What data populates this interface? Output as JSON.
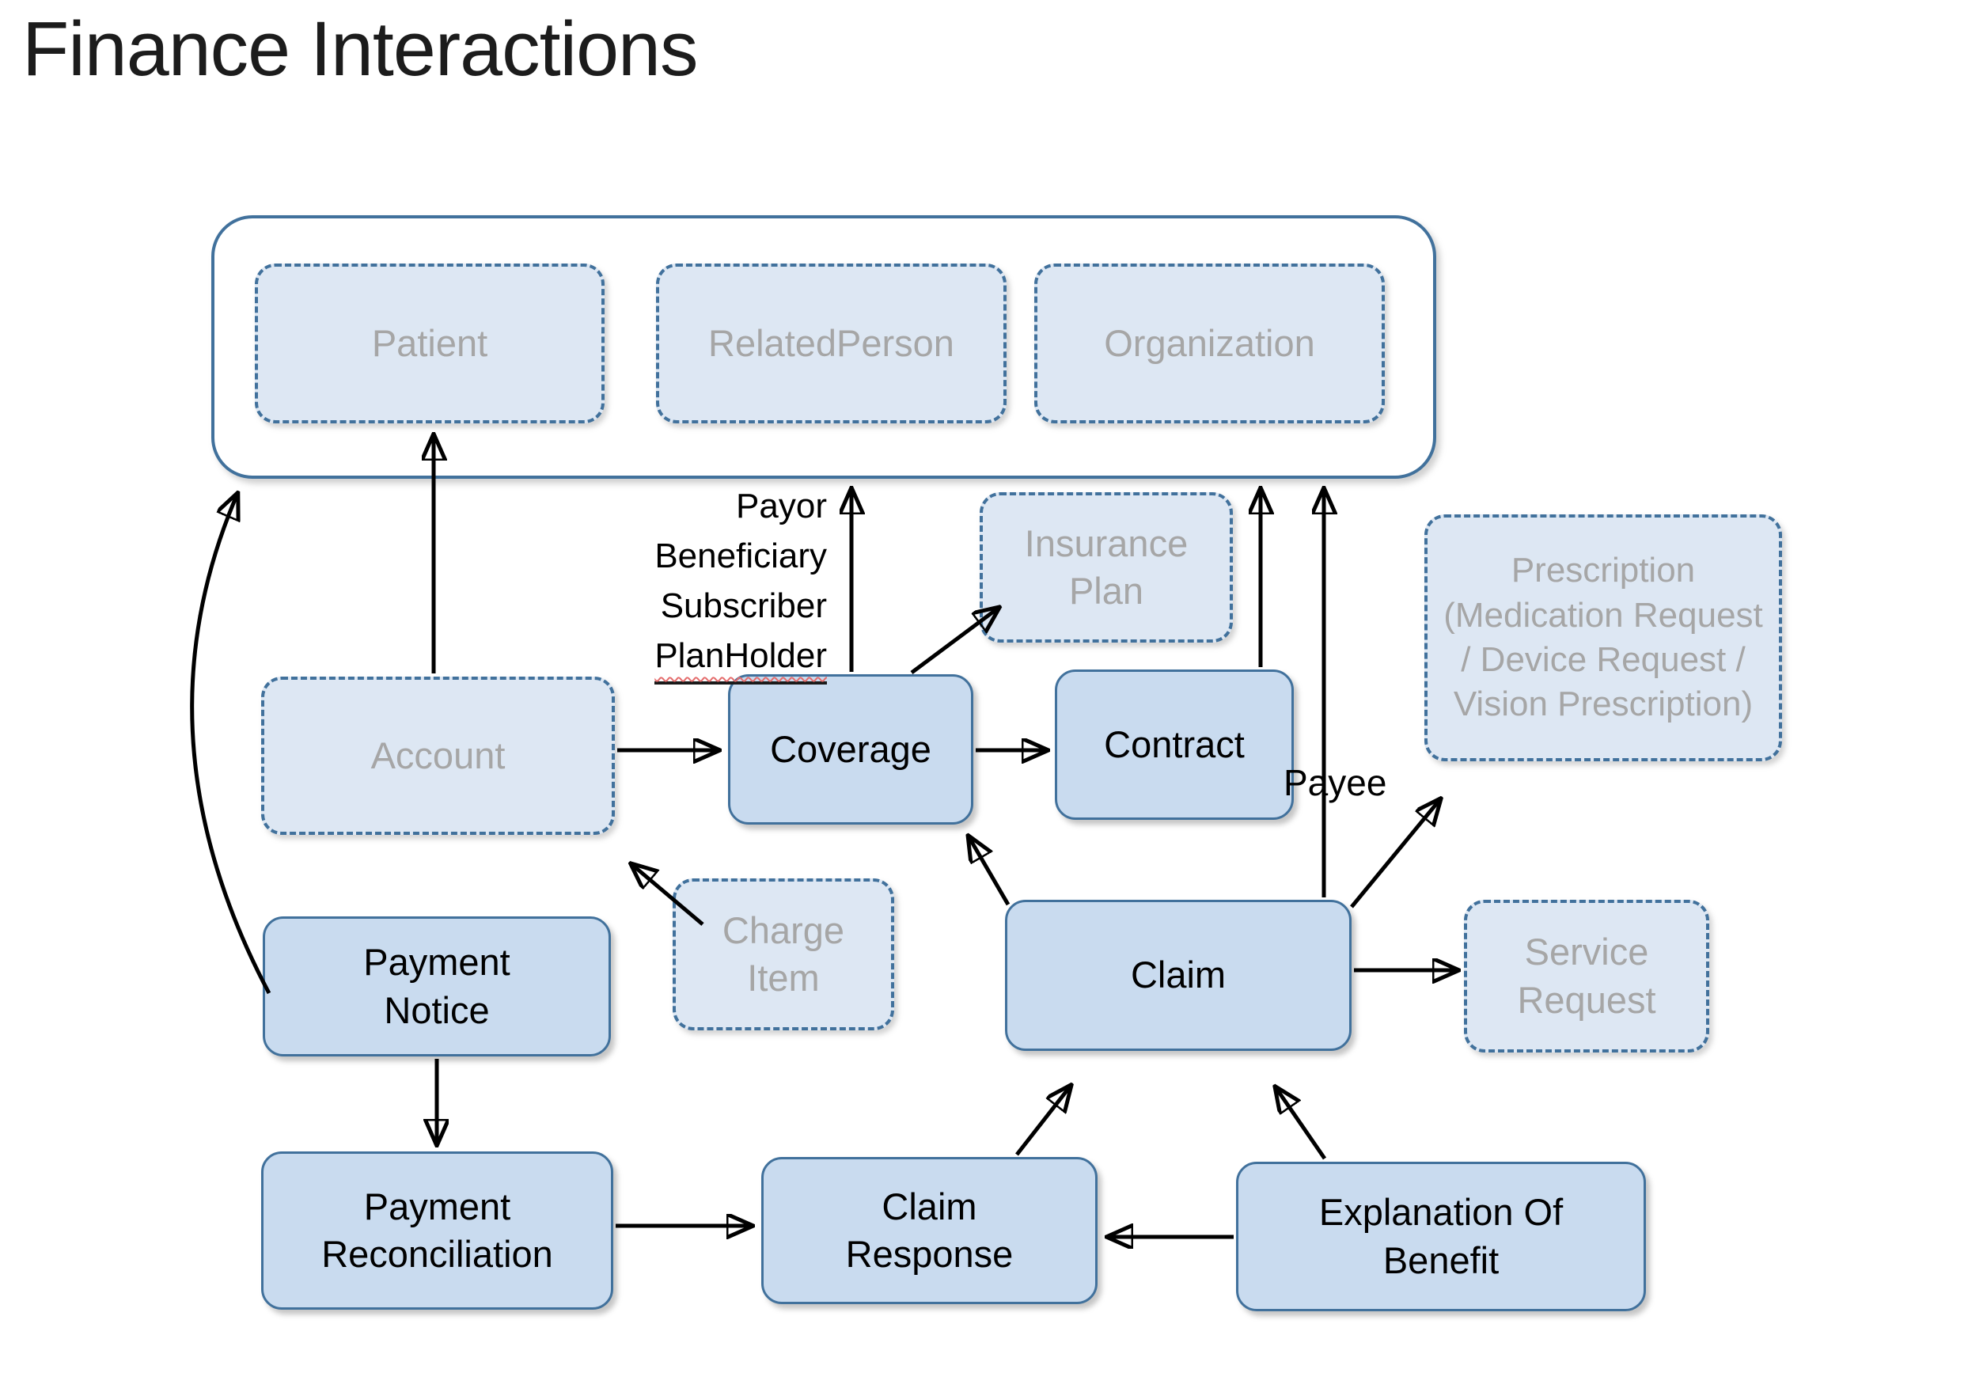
{
  "title": "Finance Interactions",
  "colors": {
    "solid_box_fill": "#c9dbef",
    "dashed_box_fill": "#dde7f3",
    "box_border": "#41719c",
    "muted_text": "#a6a6a6",
    "text": "#000000",
    "arrow": "#000000"
  },
  "party_group": {
    "patient": "Patient",
    "related_person": "RelatedPerson",
    "organization": "Organization"
  },
  "nodes": {
    "insurance_plan": "Insurance\nPlan",
    "prescription": "Prescription\n(Medication Request\n/ Device Request /\nVision Prescription)",
    "account": "Account",
    "coverage": "Coverage",
    "contract": "Contract",
    "charge_item": "Charge\nItem",
    "claim": "Claim",
    "service_request": "Service\nRequest",
    "payment_notice": "Payment\nNotice",
    "payment_reconciliation": "Payment\nReconciliation",
    "claim_response": "Claim\nResponse",
    "explanation_of_benefit": "Explanation Of\nBenefit"
  },
  "labels": {
    "coverage_roles": {
      "lines": [
        "Payor",
        "Beneficiary",
        "Subscriber",
        "PlanHolder"
      ]
    },
    "payee": "Payee"
  }
}
